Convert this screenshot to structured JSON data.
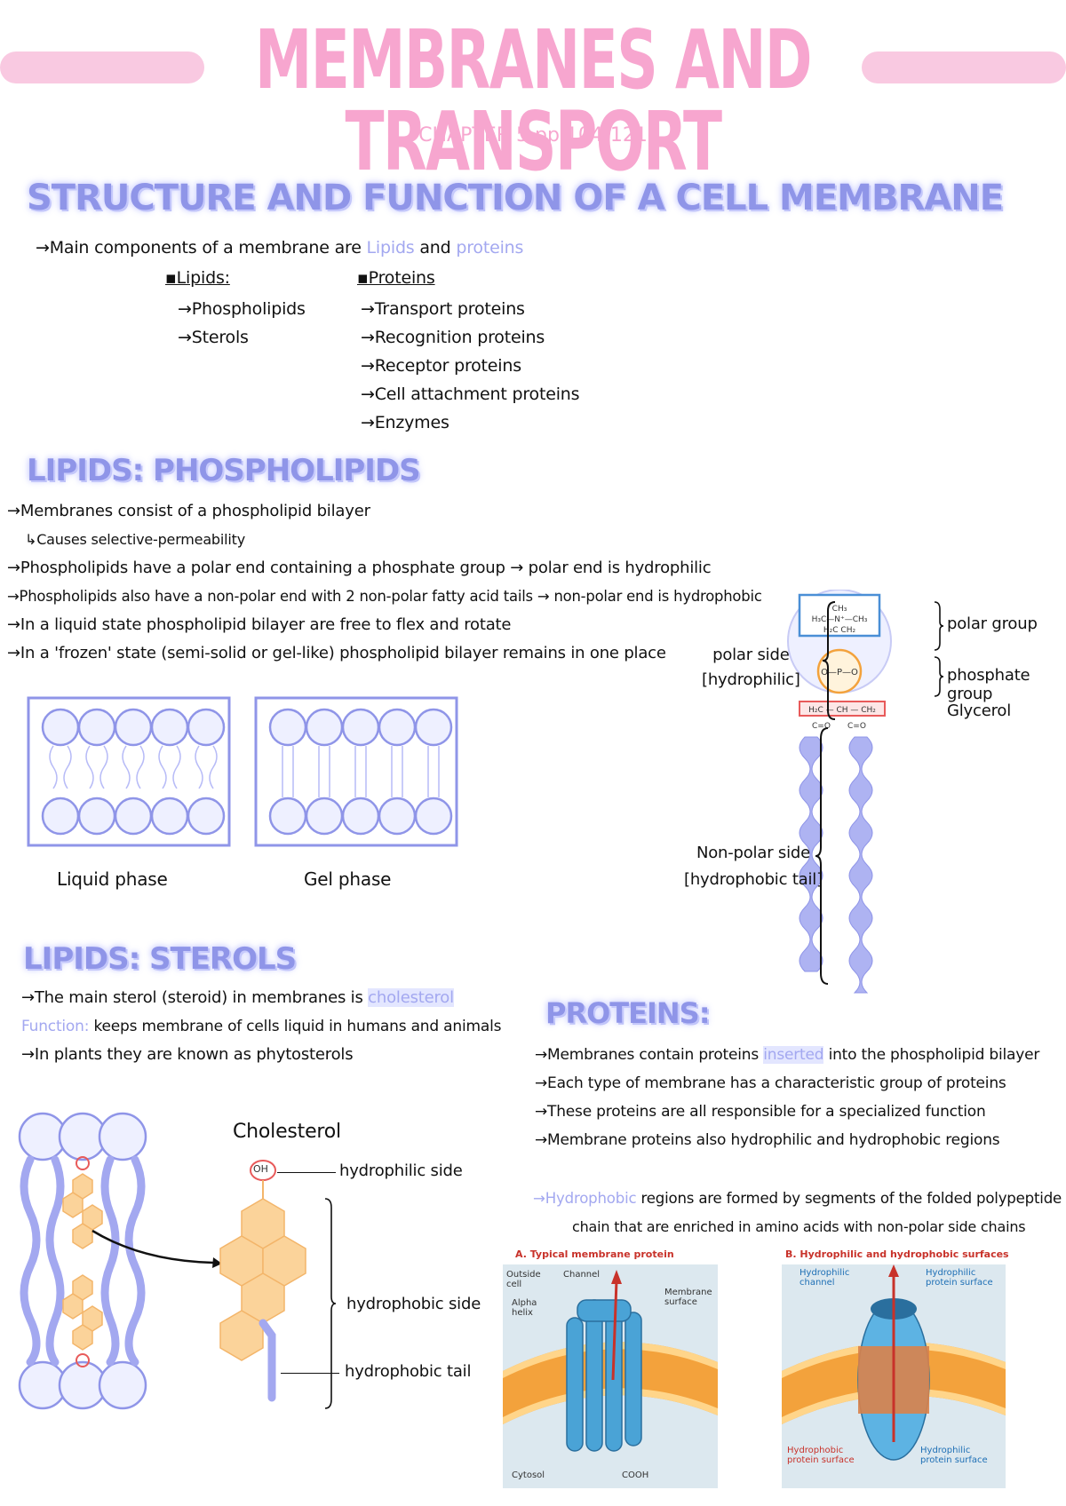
{
  "header": {
    "title": "MEMBRANES AND TRANSPORT",
    "subtitle": "CHAPTER 5 pp.104-121"
  },
  "structure": {
    "heading": "STRUCTURE AND FUNCTION OF A CELL MEMBRANE",
    "intro_prefix": "→Main components of a membrane are",
    "intro_lipids": "Lipids",
    "intro_and": "and",
    "intro_proteins": "proteins",
    "lipids_label": "▪Lipids:",
    "lipids_items": [
      "→Phospholipids",
      "→Sterols"
    ],
    "proteins_label": "▪Proteins",
    "proteins_items": [
      "→Transport proteins",
      "→Recognition proteins",
      "→Receptor proteins",
      "→Cell attachment proteins",
      "→Enzymes"
    ]
  },
  "phospholipids": {
    "heading": "LIPIDS: PHOSPHOLIPIDS",
    "lines": [
      "→Membranes consist of a phospholipid bilayer",
      "↳Causes selective-permeability",
      "→Phospholipids have a polar end containing a phosphate group → polar end is hydrophilic",
      "→Phospholipids also have a non-polar end with 2 non-polar fatty acid tails → non-polar end is hydrophobic",
      "→In a liquid state phospholipid bilayer are free to flex and rotate",
      "→In a 'frozen' state (semi-solid or gel-like) phospholipid bilayer remains in one place"
    ],
    "liquid_caption": "Liquid phase",
    "gel_caption": "Gel phase",
    "diagram": {
      "polar_side": "polar side",
      "polar_side_sub": "[hydrophilic]",
      "polar_group": "polar group",
      "phosphate_group": "phosphate group",
      "glycerol": "Glycerol",
      "nonpolar_side": "Non-polar side",
      "nonpolar_side_sub": "[hydrophobic tail]"
    }
  },
  "sterols": {
    "heading": "LIPIDS: STEROLS",
    "line1_prefix": "→The main sterol (steroid) in membranes is",
    "line1_highlight": "cholesterol",
    "function_label": "Function:",
    "function_text": "keeps membrane of cells liquid in humans and animals",
    "line3": "→In plants they are known as phytosterols",
    "diagram": {
      "title": "Cholesterol",
      "oh": "OH",
      "hydrophilic_side": "hydrophilic side",
      "hydrophobic_side": "hydrophobic side",
      "hydrophobic_tail": "hydrophobic tail"
    }
  },
  "proteins": {
    "heading": "PROTEINS:",
    "line1_prefix": "→Membranes contain proteins",
    "line1_highlight": "inserted",
    "line1_suffix": "into the phospholipid bilayer",
    "line2": "→Each type of membrane has a characteristic group of proteins",
    "line3": "→These proteins are all responsible for a specialized function",
    "line4": "→Membrane proteins also hydrophilic and hydrophobic regions",
    "line5_highlight": "Hydrophobic",
    "line5_suffix": "regions are formed by segments of the folded polypeptide",
    "line6": "chain that are enriched in amino acids with non-polar side chains",
    "figure_a": {
      "caption": "A. Typical membrane protein",
      "outside_cell": "Outside cell",
      "channel": "Channel",
      "alpha_helix": "Alpha helix",
      "membrane_surface": "Membrane surface",
      "cytosol": "Cytosol",
      "cooh": "COOH"
    },
    "figure_b": {
      "caption": "B. Hydrophilic and hydrophobic surfaces",
      "hydrophilic_channel": "Hydrophilic channel",
      "hydrophilic_surface_top": "Hydrophilic protein surface",
      "hydrophobic_surface": "Hydrophobic protein surface",
      "hydrophilic_surface_bottom": "Hydrophilic protein surface"
    }
  },
  "colors": {
    "title_pink": "#f7a6cf",
    "title_bar_pink": "#f9c9e1",
    "heading_lavender": "#8f95e8",
    "highlight_lavender": "#a3a8f0",
    "lipid_head": "#eef0ff",
    "lipid_outline": "#8f95e8",
    "cholesterol_ring": "#fbd39a",
    "membrane_orange": "#f3a23c",
    "protein_blue": "#4aa3d6"
  }
}
